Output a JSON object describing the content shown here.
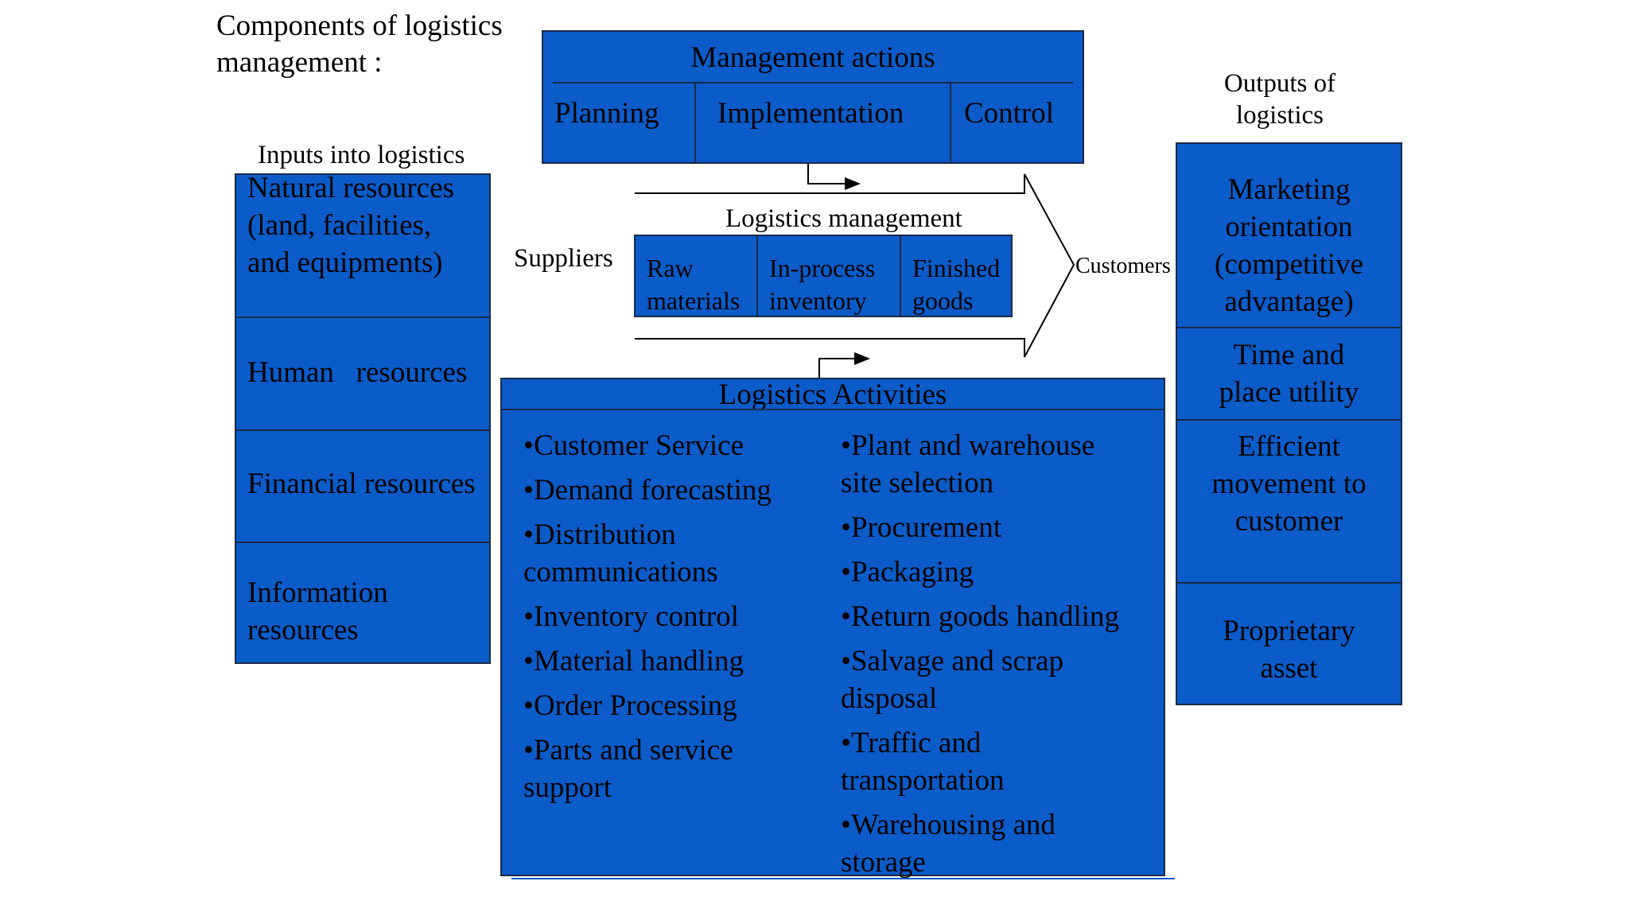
{
  "page_title": "Components of logistics\nmanagement :",
  "inputs": {
    "heading": "Inputs into logistics",
    "items": [
      "Natural resources\n(land, facilities,\nand equipments)",
      "Human   resources",
      "Financial resources",
      "Information\nresources"
    ]
  },
  "management_actions": {
    "title": "Management actions",
    "items": [
      "Planning",
      "Implementation",
      "Control"
    ]
  },
  "logistics_management": {
    "title": "Logistics management",
    "suppliers_label": "Suppliers",
    "customers_label": "Customers",
    "stages": [
      "Raw\nmaterials",
      "In-process\ninventory",
      "Finished\ngoods"
    ]
  },
  "logistics_activities": {
    "title": "Logistics Activities",
    "left_items": [
      "•Customer Service",
      "•Demand forecasting",
      "•Distribution\ncommunications",
      "•Inventory control",
      "•Material handling",
      "•Order Processing",
      "•Parts and service\nsupport"
    ],
    "right_items": [
      "•Plant and warehouse\nsite selection",
      "•Procurement",
      "•Packaging",
      "•Return goods handling",
      "•Salvage and scrap\ndisposal",
      "•Traffic and\ntransportation",
      "•Warehousing and\nstorage"
    ]
  },
  "outputs": {
    "heading": "Outputs of\nlogistics",
    "items": [
      "Marketing\norientation\n(competitive\nadvantage)",
      "Time and\nplace utility",
      "Efficient\nmovement to\ncustomer",
      "Proprietary\nasset"
    ]
  },
  "colors": {
    "box_fill": "#0b5bc9",
    "box_border": "#1a2a4a",
    "text": "#000000"
  }
}
